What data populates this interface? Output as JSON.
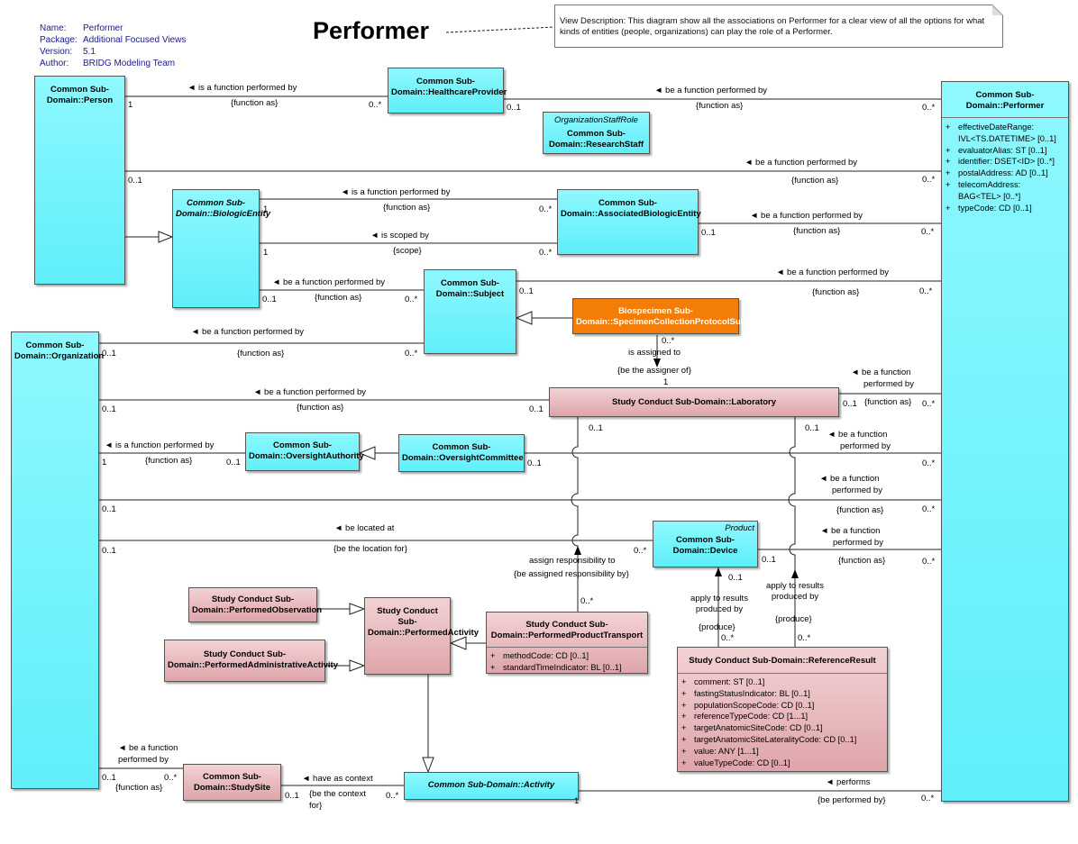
{
  "meta": {
    "name_label": "Name:",
    "name": "Performer",
    "package_label": "Package:",
    "package": "Additional Focused Views",
    "version_label": "Version:",
    "version": "5.1",
    "author_label": "Author:",
    "author": "BRIDG Modeling Team"
  },
  "title": "Performer",
  "note": "View Description:  This diagram show all the associations on Performer for a clear view of all the options for what kinds of entities (people, organizations) can play the role of a Performer.",
  "classes": {
    "person": {
      "name": "Common Sub-Domain::Person"
    },
    "healthcare_provider": {
      "name": "Common Sub-Domain::HealthcareProvider"
    },
    "research_staff": {
      "stereotype": "OrganizationStaffRole",
      "name": "Common Sub-Domain::ResearchStaff"
    },
    "performer": {
      "name": "Common Sub-Domain::Performer",
      "attributes": [
        "effectiveDateRange: IVL<TS.DATETIME> [0..1]",
        "evaluatorAlias: ST [0..1]",
        "identifier: DSET<ID> [0..*]",
        "postalAddress: AD [0..1]",
        "telecomAddress: BAG<TEL> [0..*]",
        "typeCode: CD [0..1]"
      ]
    },
    "biologic_entity": {
      "name": "Common Sub-Domain::BiologicEntity"
    },
    "associated_biologic_entity": {
      "name": "Common Sub-Domain::AssociatedBiologicEntity"
    },
    "subject": {
      "name": "Common Sub-Domain::Subject"
    },
    "specimen_subject": {
      "name": "Biospecimen Sub-Domain::SpecimenCollectionProtocolSubject"
    },
    "organization": {
      "name": "Common Sub-Domain::Organization"
    },
    "laboratory": {
      "name": "Study Conduct Sub-Domain::Laboratory"
    },
    "oversight_authority": {
      "name": "Common Sub-Domain::OversightAuthority"
    },
    "oversight_committee": {
      "name": "Common Sub-Domain::OversightCommittee"
    },
    "device": {
      "stereotype": "Product",
      "name": "Common Sub-Domain::Device"
    },
    "performed_observation": {
      "name": "Study Conduct Sub-Domain::PerformedObservation"
    },
    "performed_admin_activity": {
      "name": "Study Conduct Sub-Domain::PerformedAdministrativeActivity"
    },
    "performed_activity": {
      "name": "Study Conduct Sub-Domain::PerformedActivity"
    },
    "performed_product_transport": {
      "name": "Study Conduct Sub-Domain::PerformedProductTransport",
      "attributes": [
        "methodCode: CD [0..1]",
        "standardTimeIndicator: BL [0..1]"
      ]
    },
    "reference_result": {
      "name": "Study Conduct Sub-Domain::ReferenceResult",
      "attributes": [
        "comment: ST [0..1]",
        "fastingStatusIndicator: BL [0..1]",
        "populationScopeCode: CD [0..1]",
        "referenceTypeCode: CD [1...1]",
        "targetAnatomicSiteCode: CD [0..1]",
        "targetAnatomicSiteLateralityCode: CD [0..1]",
        "value: ANY [1...1]",
        "valueTypeCode: CD [0..1]"
      ]
    },
    "study_site": {
      "name": "Common Sub-Domain::StudySite"
    },
    "activity": {
      "name": "Common Sub-Domain::Activity"
    }
  },
  "labels": {
    "arrow": "◄",
    "arrow_up": "▲",
    "is_a_function_performed_by": "is a function performed by",
    "be_a_function_performed_by": "be a function performed by",
    "be_a_function": "be a function",
    "performed_by": "performed by",
    "function_as": "{function as}",
    "is_scoped_by": "is scoped by",
    "scope": "{scope}",
    "is_assigned_to": "is assigned to",
    "be_the_assigner_of": "{be the assigner of}",
    "be_located_at": "be located at",
    "be_the_location_for": "{be the location for}",
    "assign_responsibility_to": "assign responsibility to",
    "be_assigned_responsibility_by": "{be assigned responsibility by}",
    "apply_to_results": "apply to results",
    "produced_by": "produced by",
    "produce": "{produce}",
    "have_as_context": "have as context",
    "be_the_context": "{be the context",
    "for_close": "for}",
    "performs": "performs",
    "be_performed_by": "{be performed by}",
    "m1": "1",
    "m01": "0..1",
    "m0n": "0..*"
  }
}
